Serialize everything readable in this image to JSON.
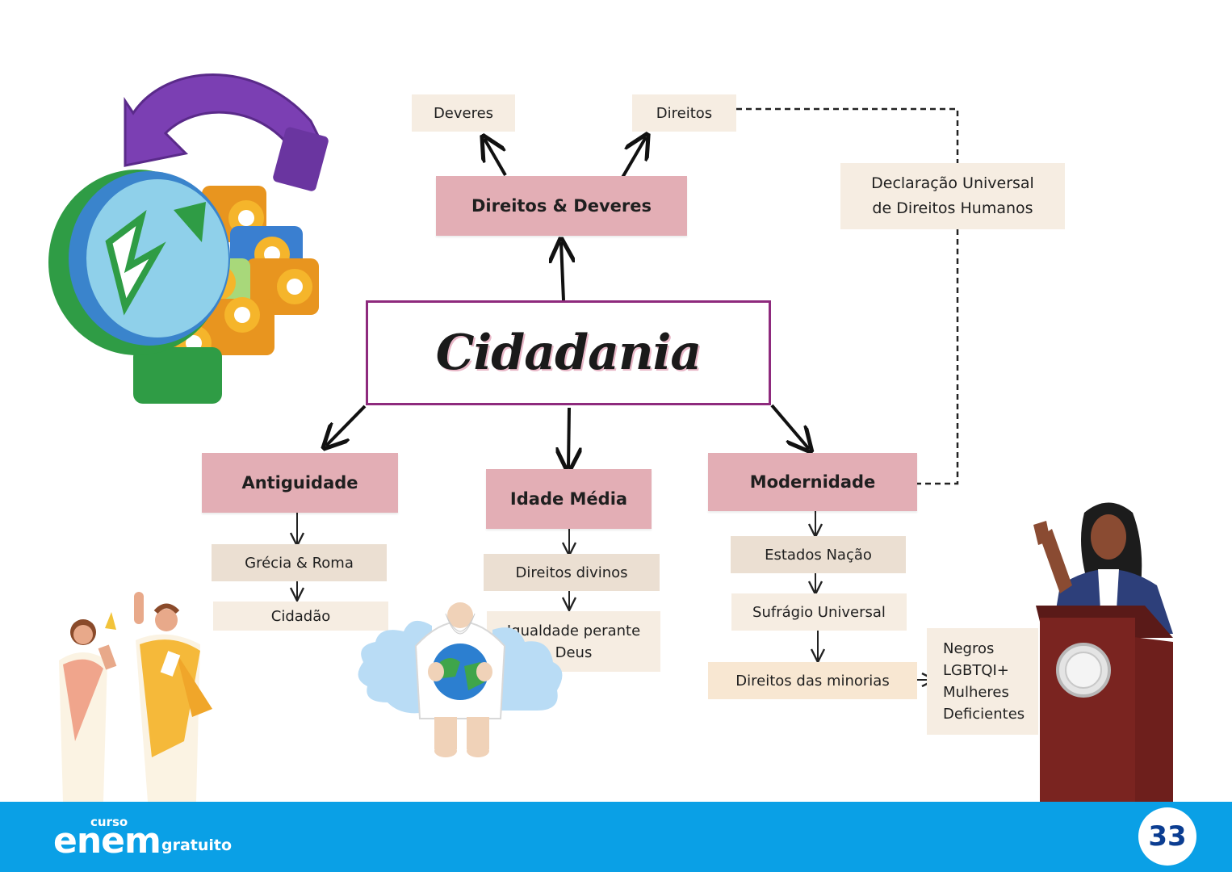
{
  "diagram": {
    "central": "Cidadania",
    "top": {
      "hub": "Direitos & Deveres",
      "left": "Deveres",
      "right": "Direitos",
      "declaration": "Declaração Universal\nde Direitos Humanos"
    },
    "branches": [
      {
        "title": "Antiguidade",
        "items": [
          "Grécia & Roma",
          "Cidadão"
        ]
      },
      {
        "title": "Idade Média",
        "items": [
          "Direitos divinos",
          "Igualdade perante\nDeus"
        ]
      },
      {
        "title": "Modernidade",
        "items": [
          "Estados Nação",
          "Sufrágio Universal",
          "Direitos das minorias"
        ]
      }
    ],
    "minorities": [
      "Negros",
      "LGBTQI+",
      "Mulheres",
      "Deficientes"
    ]
  },
  "footer": {
    "logo_curso": "curso",
    "logo_enem": "enem",
    "logo_gratuito": "gratuito",
    "page_number": "33",
    "bar_color": "#0aa0e6"
  },
  "colors": {
    "pink_box": "#e3aeb5",
    "beige_box": "#f1e6da",
    "frame": "#8e2a7d"
  },
  "illustrations": [
    "globe-recycle-icon",
    "greek-figures-illustration",
    "god-holding-globe-illustration",
    "woman-speaker-podium-illustration"
  ]
}
